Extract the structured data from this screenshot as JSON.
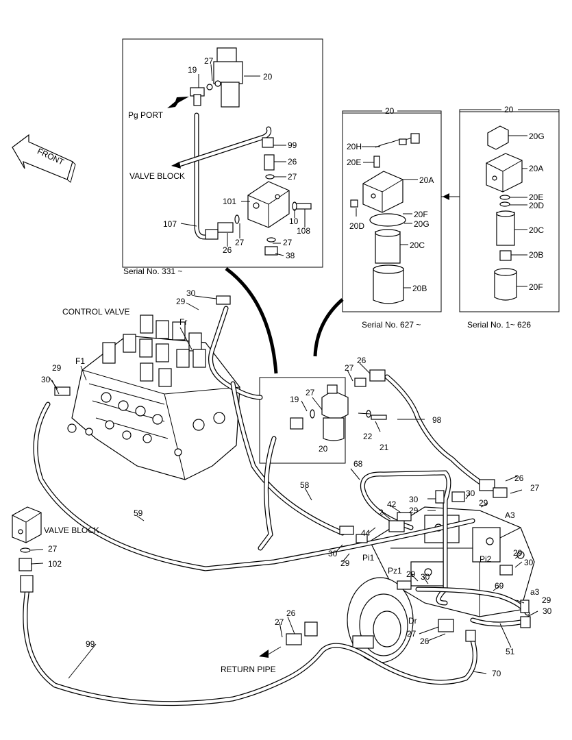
{
  "labels": {
    "pg_port": "Pg PORT",
    "valve_block_top": "VALVE BLOCK",
    "front": "FRONT",
    "serial_331": "Serial No. 331 ~",
    "serial_627": "Serial No. 627 ~",
    "serial_1_626": "Serial No. 1~ 626",
    "control_valve": "CONTROL VALVE",
    "valve_block_left": "VALVE BLOCK",
    "return_pipe": "RETURN PIPE",
    "fr": "Fr",
    "f1": "F1",
    "a3": "A3",
    "a3_small": "a3",
    "pi1": "Pi1",
    "pi2": "Pi2",
    "pz1": "Pz1",
    "dr": "Dr"
  },
  "callouts": {
    "box1": [
      "27",
      "19",
      "20",
      "99",
      "26",
      "27",
      "101",
      "10",
      "108",
      "107",
      "27",
      "26",
      "27",
      "38"
    ],
    "box2": [
      "20",
      "20H",
      "20E",
      "20A",
      "20F",
      "20G",
      "20D",
      "20C",
      "20B"
    ],
    "box3": [
      "20",
      "20G",
      "20A",
      "20E",
      "20D",
      "20C",
      "20B",
      "20F"
    ],
    "main": [
      "30",
      "29",
      "29",
      "30",
      "27",
      "26",
      "27",
      "19",
      "98",
      "22",
      "21",
      "20",
      "68",
      "58",
      "59",
      "42",
      "2",
      "29",
      "30",
      "30",
      "29",
      "26",
      "27",
      "44",
      "30",
      "29",
      "29",
      "30",
      "29",
      "30",
      "69",
      "29",
      "30",
      "a3",
      "27",
      "102",
      "99",
      "26",
      "27",
      "27",
      "26",
      "51",
      "70"
    ]
  }
}
